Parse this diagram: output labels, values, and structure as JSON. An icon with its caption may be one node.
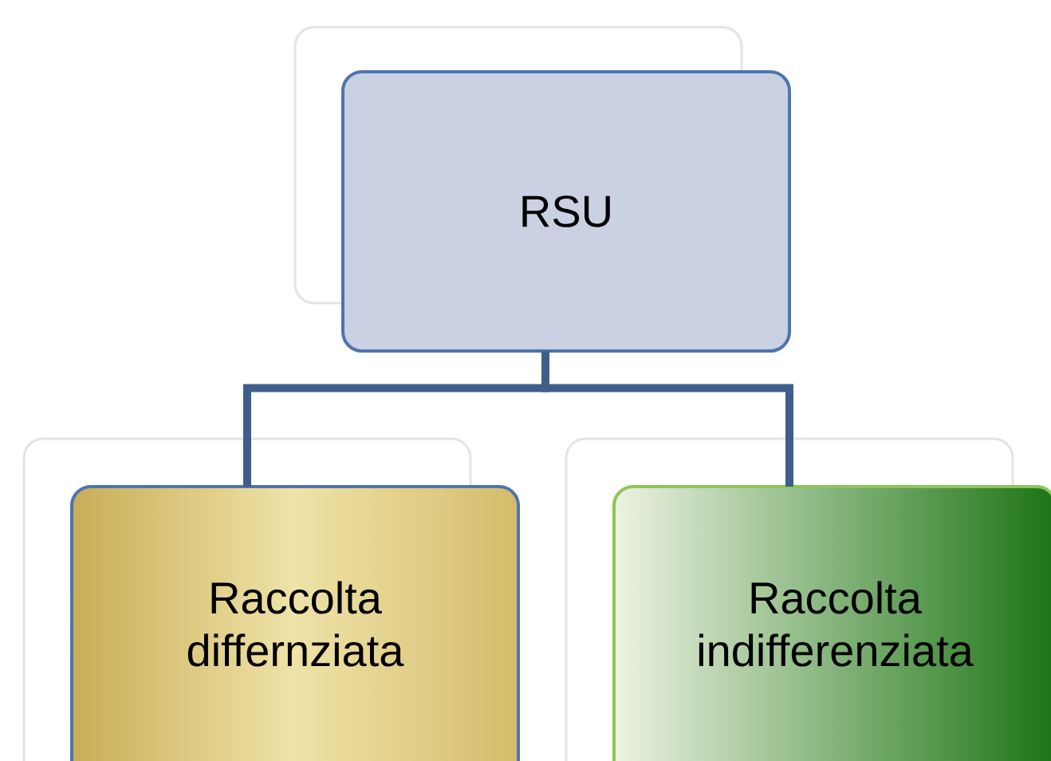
{
  "diagram": {
    "nodes": [
      {
        "text": [
          "RSU"
        ]
      },
      {
        "text": [
          "Raccolta differnziata"
        ]
      },
      {
        "text": [
          "Raccolta indifferenziata"
        ]
      }
    ],
    "edges": [
      {
        "from": 0,
        "to": 1,
        "arrow": "none"
      },
      {
        "from": 0,
        "to": 2,
        "arrow": "none"
      }
    ]
  }
}
